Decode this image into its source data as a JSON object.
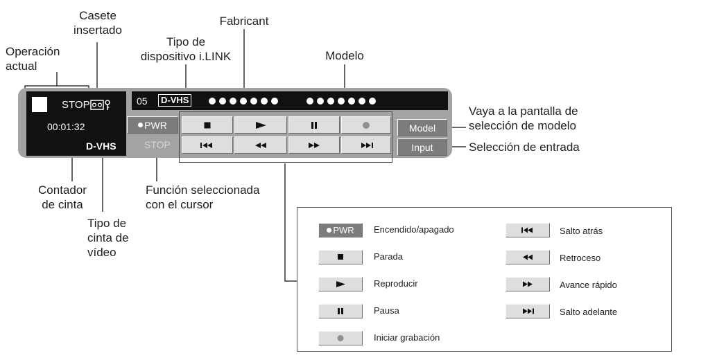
{
  "callouts": {
    "cassette": [
      "Casete",
      "insertado"
    ],
    "operation": [
      "Operación",
      "actual"
    ],
    "device_type": [
      "Tipo de",
      "dispositivo i.LINK"
    ],
    "manufacturer": [
      "Fabricant"
    ],
    "model": [
      "Modelo"
    ],
    "model_screen": [
      "Vaya a la pantalla de",
      "selección de modelo"
    ],
    "input_select": [
      "Selección de entrada"
    ],
    "tape_counter": [
      "Contador",
      "de cinta"
    ],
    "cursor_function": [
      "Función seleccionada",
      "con el cursor"
    ],
    "tape_type": [
      "Tipo de",
      "cinta de",
      "vídeo"
    ]
  },
  "panel": {
    "operation": "STOP",
    "counter": "00:01:32",
    "tape_type": "D-VHS",
    "device_number": "05",
    "device_type": "D-VHS",
    "manufacturer_dots": 7,
    "model_dots": 7,
    "pwr_label": "PWR",
    "selected_function": "STOP",
    "model_button": "Model",
    "input_button": "Input",
    "icons": [
      "stop-icon",
      "play-icon",
      "pause-icon",
      "record-icon",
      "skip-back-icon",
      "rewind-icon",
      "fast-forward-icon",
      "skip-forward-icon",
      "cassette-icon",
      "key-icon"
    ]
  },
  "legend": {
    "pwr_label": "PWR",
    "left": [
      {
        "icon": "power-button",
        "label": "Encendido/apagado"
      },
      {
        "icon": "stop-icon",
        "label": "Parada"
      },
      {
        "icon": "play-icon",
        "label": "Reproducir"
      },
      {
        "icon": "pause-icon",
        "label": "Pausa"
      },
      {
        "icon": "record-icon",
        "label": "Iniciar grabación"
      }
    ],
    "right": [
      {
        "icon": "skip-back-icon",
        "label": "Salto atrás"
      },
      {
        "icon": "rewind-icon",
        "label": "Retroceso"
      },
      {
        "icon": "fast-forward-icon",
        "label": "Avance rápido"
      },
      {
        "icon": "skip-forward-icon",
        "label": "Salto adelante"
      }
    ]
  }
}
